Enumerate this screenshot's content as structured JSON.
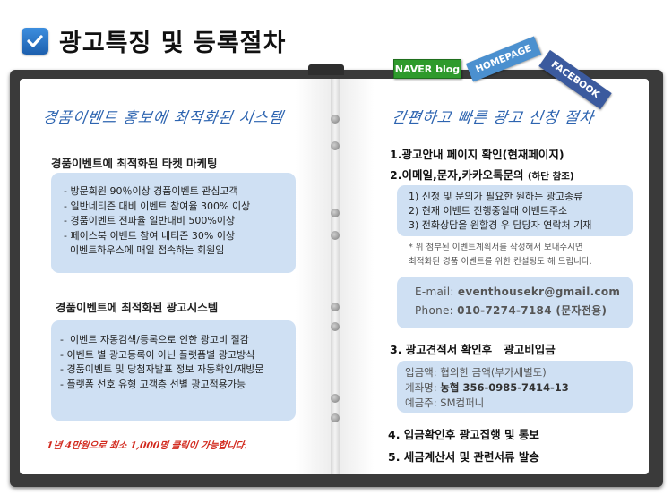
{
  "heading": {
    "title": "광고특징 및 등록절차"
  },
  "tags": {
    "naver": "NAVER blog",
    "homepage": "HOMEPAGE",
    "facebook": "FACEBOOK"
  },
  "left": {
    "script_title": "경품이벤트 홍보에 최적화된 시스템",
    "section1": {
      "title": "경품이벤트에 최적화된 타켓 마케팅",
      "lines": [
        "- 방문회원  90％이상 경품이벤트 관심고객",
        "- 일반네티즌 대비 이벤트 참여율 300% 이상",
        "- 경품이벤트 전파율  일반대비 500%이상",
        "- 페이스북 이벤트  참여 네티즌 30% 이상",
        "  이벤트하우스에 매일 접속하는 회원임"
      ]
    },
    "section2": {
      "title": "경품이벤트에 최적화된 광고시스템",
      "lines": [
        "-  이벤트 자동검색/등록으로 인한 광고비 절감",
        "- 이벤트 별 광고등록이 아닌 플랫폼별 광고방식",
        "- 경품이벤트 및 당첨자발표 정보 자동확인/재방문",
        "- 플랫폼 선호 유형 고객층 선별 광고적용가능"
      ]
    },
    "footnote": "1년 4만원으로 최소 1,000명 클릭이 가능합니다."
  },
  "right": {
    "script_title": "간편하고 빠른 광고 신청 절차",
    "step1": "1.광고안내 페이지 확인(현재페이지)",
    "step2": "2.이메일,문자,카카오톡문의",
    "step2_note": "(하단 참조)",
    "request_lines": [
      "1) 신청 및 문의가 필요한 원하는 광고종류",
      "2) 현재 이벤트 진행중일때  이벤트주소",
      "3) 전화상담을 원할경 우 담당자 연락처 기재"
    ],
    "notes": [
      "* 위 첨부된 이벤트계획서를 작성해서 보내주시면",
      "최적화된 경품 이벤트를 위한 컨설팅도 해 드립니다."
    ],
    "contact": {
      "email_label": "E-mail:",
      "email": "eventhousekr@gmail.com",
      "phone_label": "Phone:",
      "phone": "010-7274-7184 (문자전용)"
    },
    "step3": "3. 광고견적서 확인후   광고비입금",
    "payment": {
      "amount_label": "입금액:",
      "amount": "협의한 금액(부가세별도)",
      "account_label": "계좌명:",
      "account": "농협 356-0985-7414-13",
      "holder_label": "예금주:",
      "holder": "SM컴퍼니"
    },
    "step4": "4. 입금확인후 광고집행 및 통보",
    "step5": "5. 세금계산서 및 관련서류 발송"
  }
}
